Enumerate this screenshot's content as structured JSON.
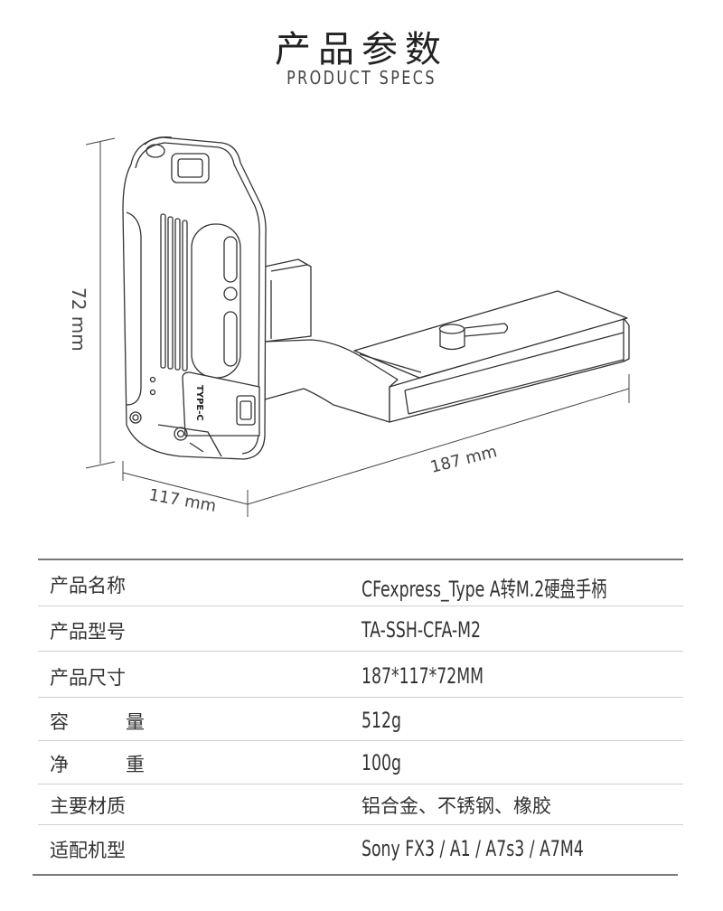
{
  "header": {
    "title": "产品参数",
    "subtitle": "PRODUCT SPECS"
  },
  "drawing": {
    "height_label": "72 mm",
    "depth_label": "117 mm",
    "width_label": "187 mm",
    "port_label": "TYPE-C"
  },
  "specs": [
    {
      "label": "产品名称",
      "value": "CFexpress_Type A转M.2硬盘手柄"
    },
    {
      "label": "产品型号",
      "value": "TA-SSH-CFA-M2"
    },
    {
      "label": "产品尺寸",
      "value": "187*117*72MM"
    },
    {
      "label": "容　　　量",
      "value": "512g"
    },
    {
      "label": "净　　　重",
      "value": "100g"
    },
    {
      "label": "主要材质",
      "value": "铝合金、不锈钢、橡胶"
    },
    {
      "label": "适配机型",
      "value": "Sony FX3 / A1 / A7s3 / A7M4"
    }
  ]
}
